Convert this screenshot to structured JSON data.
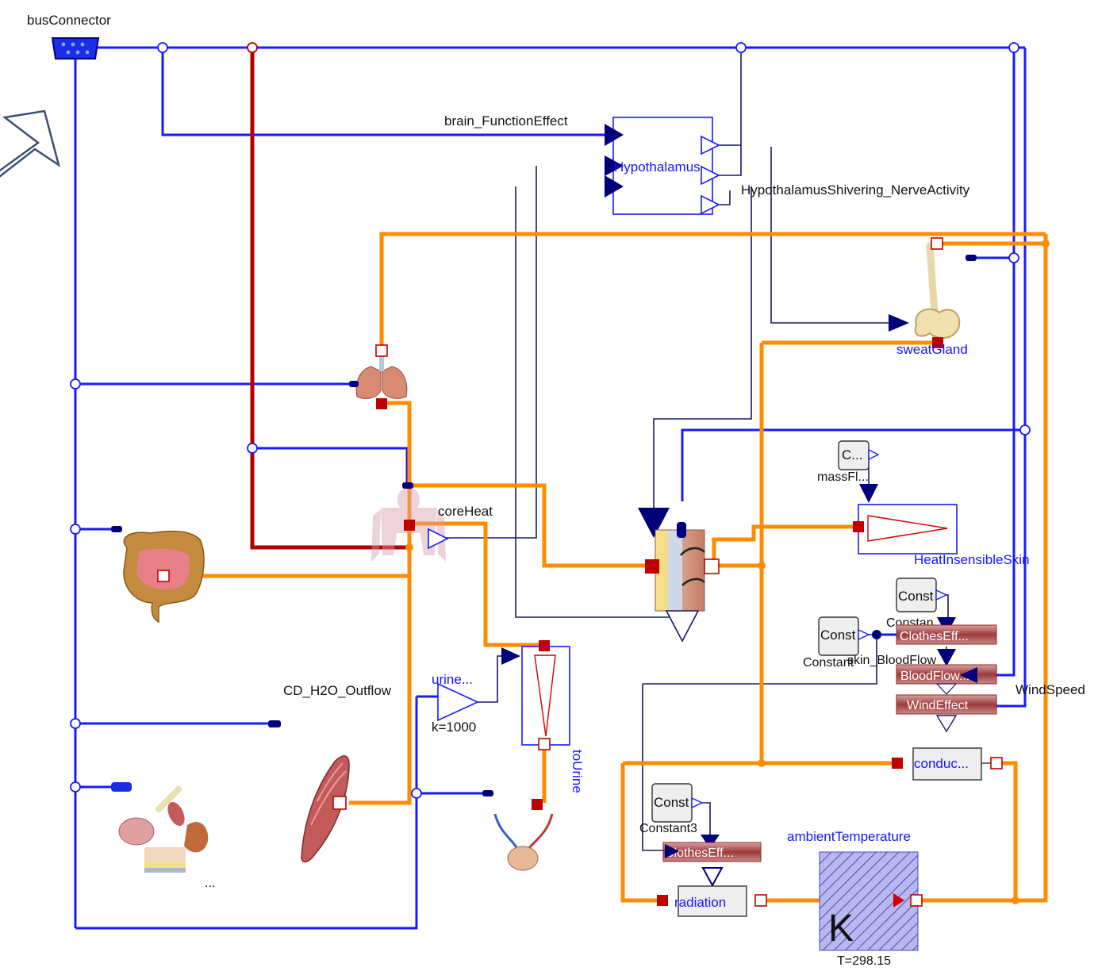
{
  "labels": {
    "bus_connector": "busConnector",
    "brain_function_effect": "brain_FunctionEffect",
    "hypothalamus": "Hypothalamus",
    "hypothalamus_shivering": "HypothalamusShivering_NerveActivity",
    "sweat_gland": "sweatGland",
    "core_heat": "coreHeat",
    "mass_flow_const": "C...",
    "mass_flow": "massFl...",
    "heat_insensible_skin": "HeatInsensibleSkin",
    "constant_a": "Const",
    "constant_a_name": "Constan",
    "clothes_effect_a": "ClothesEff...",
    "constant_b": "Const",
    "constant_b_name": "Constant",
    "skin_blood_flow": "skin_BloodFlow",
    "blood_flow_block": "BloodFlow...",
    "wind_effect_block": "WindEffect",
    "wind_speed": "WindSpeed",
    "conduction": "conduc...",
    "cd_h2o_outflow": "CD_H2O_Outflow",
    "urine_gain": "urine...",
    "urine_k": "k=1000",
    "to_urine": "toUrine",
    "constant3": "Const",
    "constant3_name": "Constant3",
    "clothes_effect_b": "ClothesEff...",
    "radiation": "radiation",
    "ambient_temperature": "ambientTemperature",
    "ambient_k": "K",
    "ambient_t": "T=298.15",
    "ellipsis": "..."
  },
  "colors": {
    "signal_blue": "#1a1aff",
    "dark_blue": "#00007a",
    "heat_orange": "#ff8c00",
    "bus_red": "#b00000",
    "port_red": "#c00000",
    "background": "#ffffff"
  }
}
